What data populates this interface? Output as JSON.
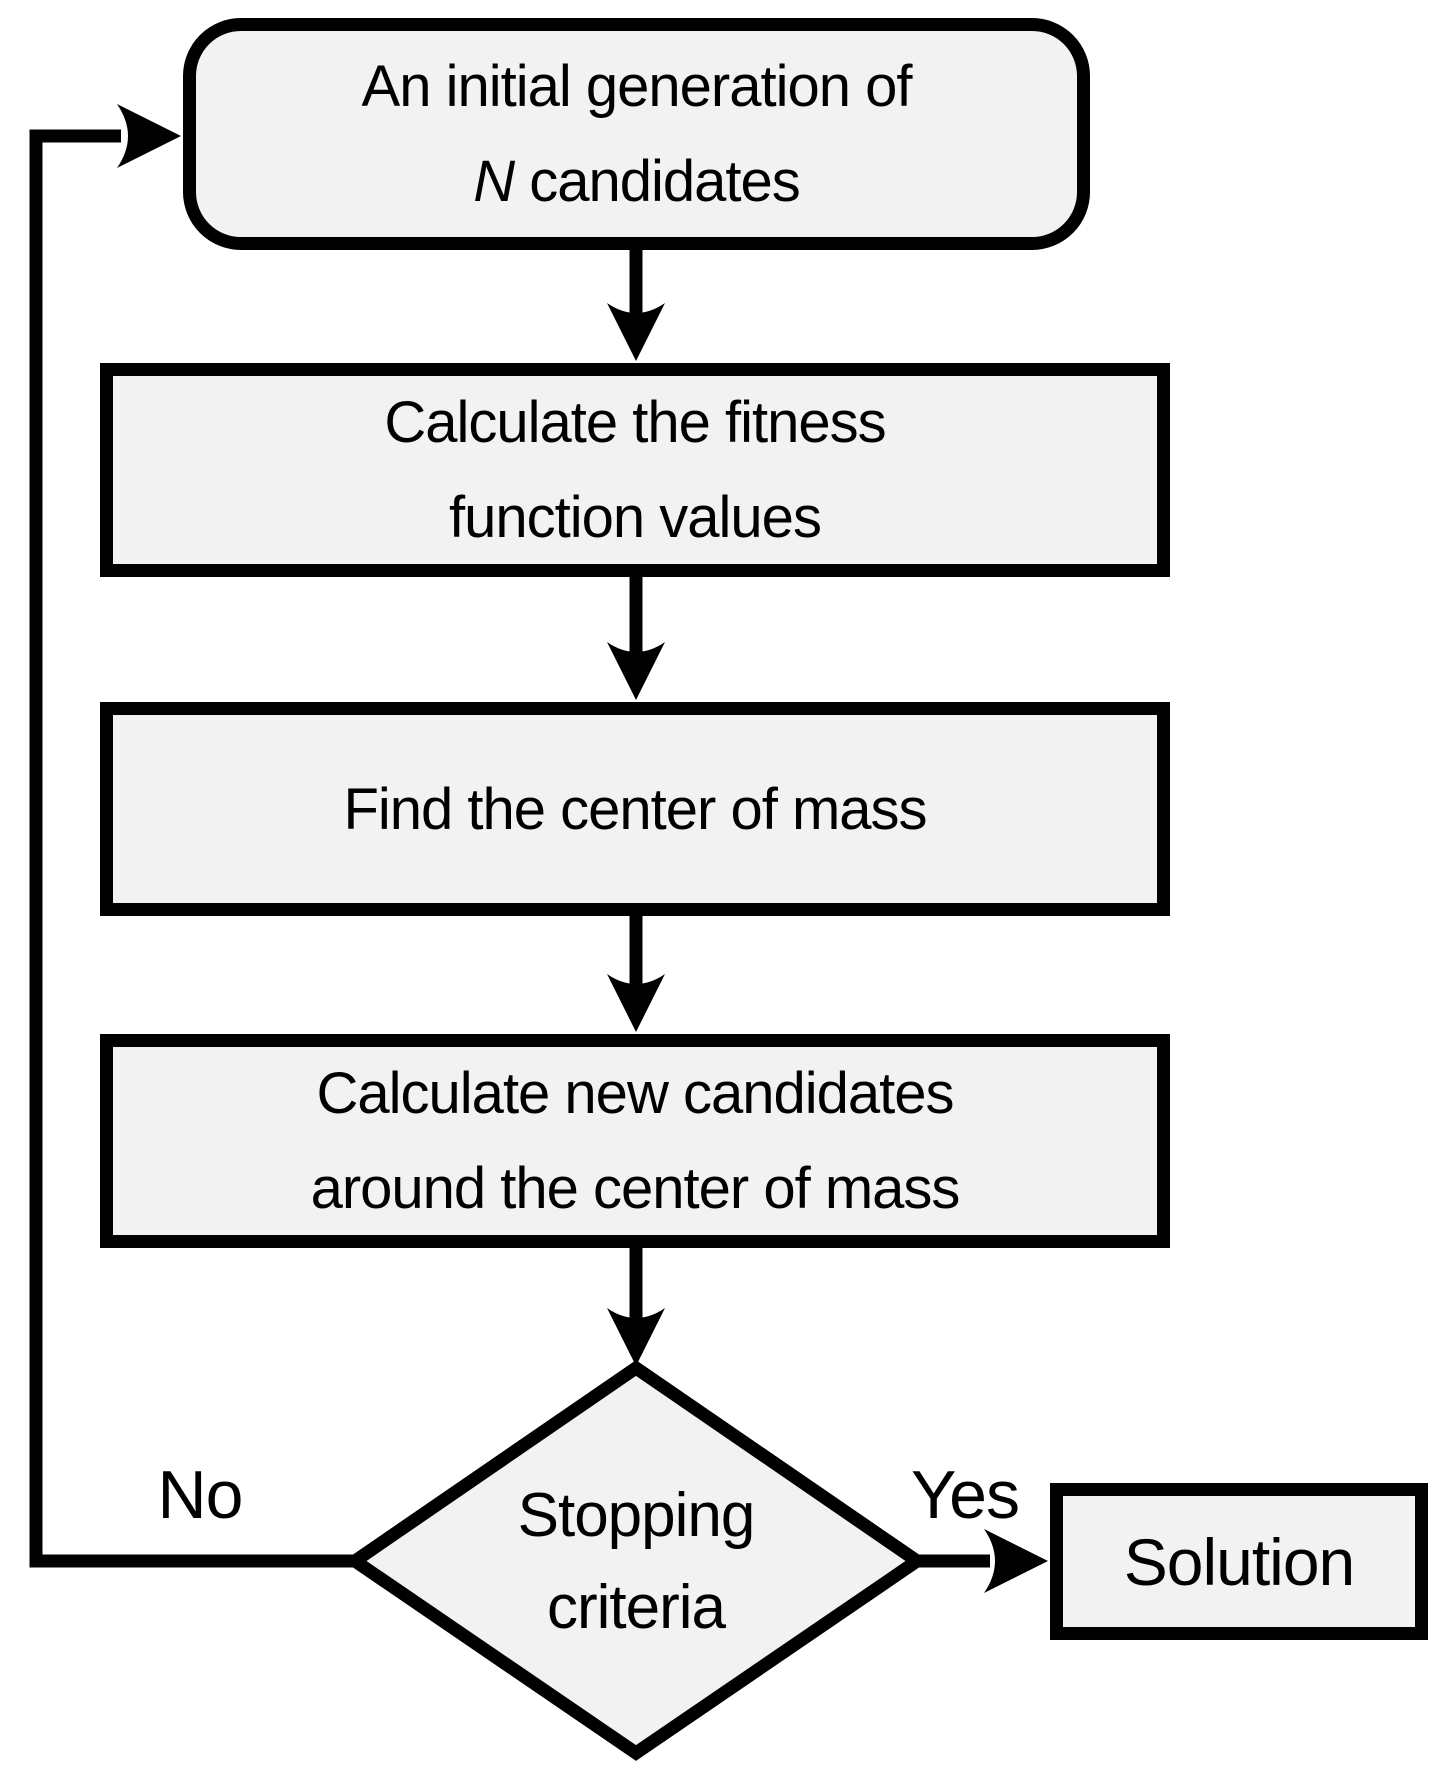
{
  "colors": {
    "background": "#ffffff",
    "node_fill": "#f2f2f2",
    "node_stroke": "#000000",
    "text": "#000000"
  },
  "flowchart": {
    "nodes": {
      "start": {
        "shape": "rounded-rectangle",
        "line1": "An initial generation of",
        "line2_italic": "N",
        "line2_rest": " candidates"
      },
      "fitness": {
        "shape": "rectangle",
        "line1": "Calculate the fitness",
        "line2": "function values"
      },
      "center_mass": {
        "shape": "rectangle",
        "line1": "Find the center of mass"
      },
      "new_candidates": {
        "shape": "rectangle",
        "line1": "Calculate new candidates",
        "line2": "around the center of mass"
      },
      "decision": {
        "shape": "diamond",
        "line1": "Stopping",
        "line2": "criteria"
      },
      "solution": {
        "shape": "rectangle",
        "label": "Solution"
      }
    },
    "edge_labels": {
      "no": "No",
      "yes": "Yes"
    }
  }
}
